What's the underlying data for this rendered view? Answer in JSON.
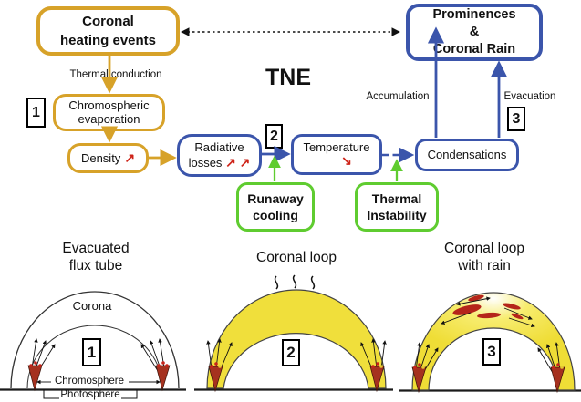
{
  "colors": {
    "gold": "#D7A229",
    "blue": "#3B55AB",
    "green": "#5FCC30",
    "red": "#CE2318",
    "loop_yellow": "#F0DF3B",
    "footpoint_red": "#A5311F"
  },
  "flowchart": {
    "tne": "TNE",
    "coronal_heating": {
      "line1": "Coronal",
      "line2": "heating events"
    },
    "thermal_conduction": "Thermal conduction",
    "chromospheric_evaporation": {
      "line1": "Chromospheric",
      "line2": "evaporation"
    },
    "density": {
      "label": "Density",
      "trend": "↗"
    },
    "radiative_losses": {
      "line1": "Radiative",
      "line2": "losses",
      "trend": "↗ ↗"
    },
    "temperature": {
      "label": "Temperature",
      "trend": "↘"
    },
    "condensations": {
      "label": "Condensations"
    },
    "prominences": {
      "line1": "Prominences",
      "line2": "&",
      "line3": "Coronal Rain"
    },
    "runaway_cooling": {
      "line1": "Runaway",
      "line2": "cooling"
    },
    "thermal_instability": {
      "line1": "Thermal",
      "line2": "Instability"
    },
    "accumulation": "Accumulation",
    "evacuation": "Evacuation",
    "badge1": "1",
    "badge2": "2",
    "badge3": "3"
  },
  "illustrations": {
    "evacuated_flux_tube": {
      "title1": "Evacuated",
      "title2": "flux tube",
      "corona": "Corona",
      "chromosphere": "Chromosphere",
      "photosphere": "Photosphere",
      "badge": "1"
    },
    "coronal_loop": {
      "title": "Coronal loop",
      "badge": "2"
    },
    "coronal_loop_rain": {
      "title1": "Coronal loop",
      "title2": "with rain",
      "badge": "3"
    }
  }
}
